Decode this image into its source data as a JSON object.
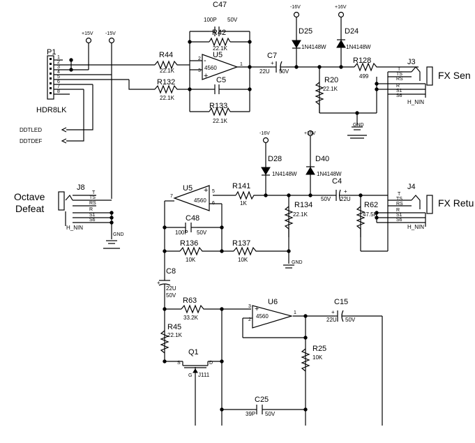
{
  "header": {
    "name": "P1",
    "part": "HDR8LK",
    "pins": [
      "1",
      "2",
      "3",
      "4",
      "5",
      "6",
      "7",
      "8"
    ],
    "nets": [
      "DDTLED",
      "DDTDEF"
    ]
  },
  "power": {
    "pos": "+15V",
    "neg": "-15V",
    "pos_short": "+16V",
    "neg_short": "-16V",
    "gnd": "GND"
  },
  "jacks": {
    "j3": {
      "ref": "J3",
      "title": "FX Sen"
    },
    "j4": {
      "ref": "J4",
      "title": "FX Retu"
    },
    "j8": {
      "ref": "J8",
      "title_line1": "Octave",
      "title_line2": "Defeat"
    },
    "pins": [
      "T",
      "TS",
      "RS",
      "R",
      "S1",
      "S6"
    ],
    "h_nin": "H_NIN"
  },
  "opamps": {
    "u5a": {
      "ref": "U5",
      "part": "4560",
      "pin_plus": "+",
      "pin_minus": "-",
      "p2": "2",
      "p3": "3",
      "p1": "1"
    },
    "u5b": {
      "ref": "U5",
      "part": "4560",
      "p5": "5",
      "p6": "6",
      "p7": "7"
    },
    "u6": {
      "ref": "U6",
      "part": "4560",
      "p3": "3",
      "p2": "2",
      "p1": "1"
    }
  },
  "resistors": {
    "r42": {
      "ref": "R42",
      "val": "22.1K"
    },
    "r44": {
      "ref": "R44",
      "val": "22.1K"
    },
    "r132": {
      "ref": "R132",
      "val": "22.1K"
    },
    "r133": {
      "ref": "R133",
      "val": "22.1K"
    },
    "r128": {
      "ref": "R128",
      "val": "499"
    },
    "r20": {
      "ref": "R20",
      "val": "22.1K"
    },
    "r141": {
      "ref": "R141",
      "val": "1K"
    },
    "r134": {
      "ref": "R134",
      "val": "22.1K"
    },
    "r62": {
      "ref": "R62",
      "val": "47.5K"
    },
    "r136": {
      "ref": "R136",
      "val": "10K"
    },
    "r137": {
      "ref": "R137",
      "val": "10K"
    },
    "r63": {
      "ref": "R63",
      "val": "33.2K"
    },
    "r45": {
      "ref": "R45",
      "val": "22.1K"
    },
    "r25": {
      "ref": "R25",
      "val": "10K"
    }
  },
  "capacitors": {
    "c47": {
      "ref": "C47",
      "val": "100P",
      "v": "50V"
    },
    "c5": {
      "ref": "C5",
      "val": "",
      "v": ""
    },
    "c7": {
      "ref": "C7",
      "val": "22U",
      "v": "50V"
    },
    "c4": {
      "ref": "C4",
      "val": "50V",
      "v": "22U"
    },
    "c48": {
      "ref": "C48",
      "val": "100P",
      "v": "50V"
    },
    "c8": {
      "ref": "C8",
      "val": "22U",
      "v": "50V"
    },
    "c15": {
      "ref": "C15",
      "val": "22U",
      "v": "50V"
    },
    "c25": {
      "ref": "C25",
      "val": "39P",
      "v": "50V"
    }
  },
  "diodes": {
    "d25": {
      "ref": "D25",
      "part": "1N4148W"
    },
    "d24": {
      "ref": "D24",
      "part": "1N4148W"
    },
    "d28": {
      "ref": "D28",
      "part": "1N4148W"
    },
    "d40": {
      "ref": "D40",
      "part": "1N4148W"
    }
  },
  "transistor": {
    "ref": "Q1",
    "part": "J111",
    "s": "S",
    "d": "D",
    "g": "G"
  },
  "polarity": {
    "plus": "+"
  }
}
